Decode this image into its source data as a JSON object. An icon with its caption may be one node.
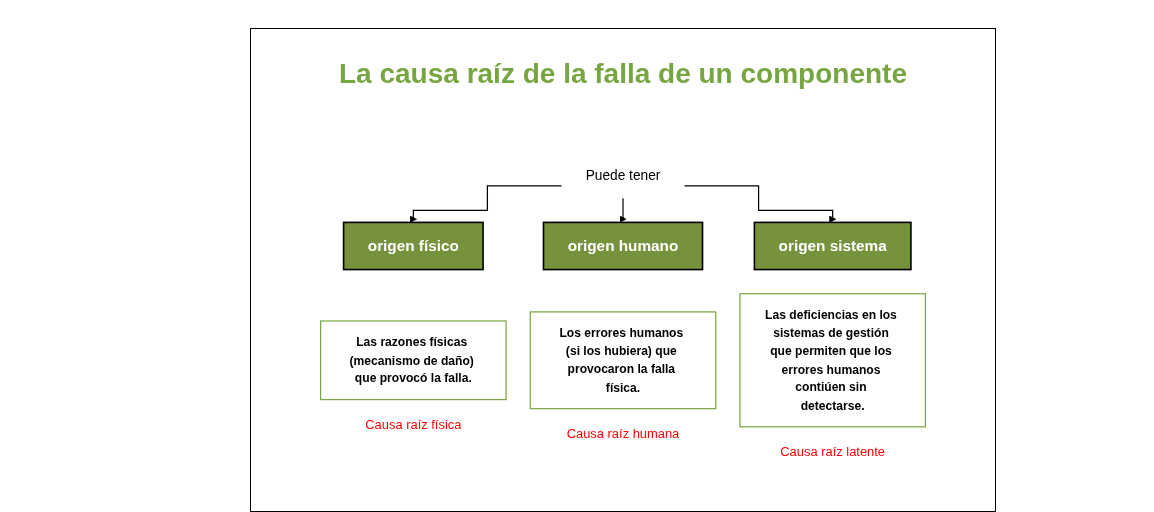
{
  "diagram": {
    "title": "La causa raíz de la falla de un componente",
    "nodes": [
      {
        "text": [
          "Puede tener"
        ]
      },
      {
        "text": [
          "origen físico"
        ]
      },
      {
        "text": [
          "origen humano"
        ]
      },
      {
        "text": [
          "origen sistema"
        ]
      },
      {
        "text": [
          "Las razones físicas (mecanismo de daño) que provocó la falla."
        ],
        "beside": [
          "Causa raíz física"
        ]
      },
      {
        "text": [
          "Los errores humanos (si los hubiera) que provocaron la falla física."
        ],
        "beside": [
          "Causa raíz humana"
        ]
      },
      {
        "text": [
          "Las deficiencias en los sistemas de gestión que permiten que los errores humanos contiúen sin detectarse."
        ],
        "beside": [
          "Causa raíz latente"
        ]
      }
    ],
    "edges": [
      {
        "from": 0,
        "to": 1,
        "arrow": "to"
      },
      {
        "from": 0,
        "to": 2,
        "arrow": "to"
      },
      {
        "from": 0,
        "to": 3,
        "arrow": "to"
      }
    ]
  }
}
